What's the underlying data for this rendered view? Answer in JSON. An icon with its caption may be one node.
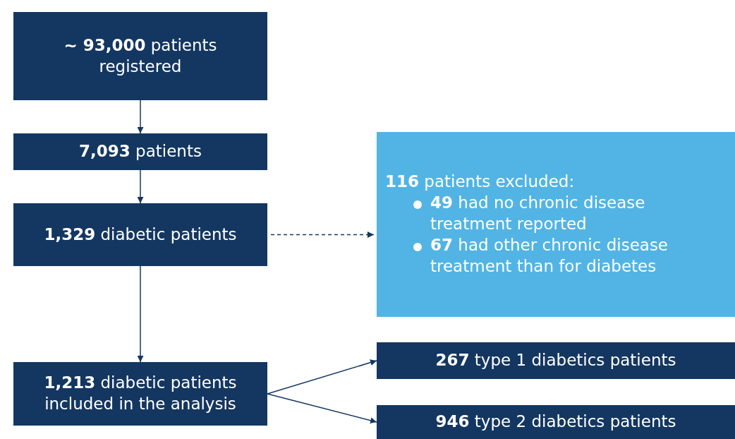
{
  "diagram": {
    "nodes": [
      {
        "text": [
          "**~ 93,000** patients registered"
        ]
      },
      {
        "text": [
          "**7,093** patients"
        ]
      },
      {
        "text": [
          "**1,329** diabetic patients"
        ]
      },
      {
        "text": [
          "**116** patients excluded:",
          "**49** had no chronic disease treatment reported",
          "**67** had other chronic disease treatment than for diabetes"
        ]
      },
      {
        "text": [
          "**1,213** diabetic patients included in the analysis"
        ]
      },
      {
        "text": [
          "**267** type 1 diabetics patients"
        ]
      },
      {
        "text": [
          "**946** type 2 diabetics patients"
        ]
      }
    ],
    "edges": [
      {
        "from": 0,
        "to": 1,
        "arrow": "to"
      },
      {
        "from": 1,
        "to": 2,
        "arrow": "to"
      },
      {
        "from": 2,
        "to": 3,
        "arrow": "to",
        "style": "dashed"
      },
      {
        "from": 2,
        "to": 4,
        "arrow": "to"
      },
      {
        "from": 4,
        "to": 5,
        "arrow": "to"
      },
      {
        "from": 4,
        "to": 6,
        "arrow": "to"
      }
    ]
  }
}
